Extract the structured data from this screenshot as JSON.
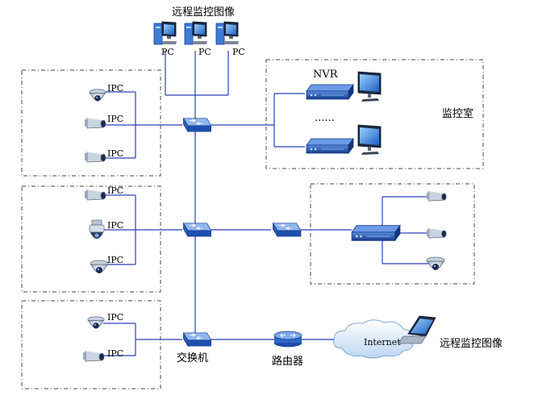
{
  "labels": {
    "remote_top": "远程监控图像",
    "remote_right": "远程监控图像",
    "pc": "PC",
    "nvr": "NVR",
    "dots": "......",
    "monitor_room": "监控室",
    "ipc": "IPC",
    "switch": "交换机",
    "router": "路由器",
    "internet": "Internet"
  },
  "colors": {
    "link": "#2a3fbf",
    "device_blue": "#2d67c8",
    "device_dark": "#1b3f8a"
  }
}
